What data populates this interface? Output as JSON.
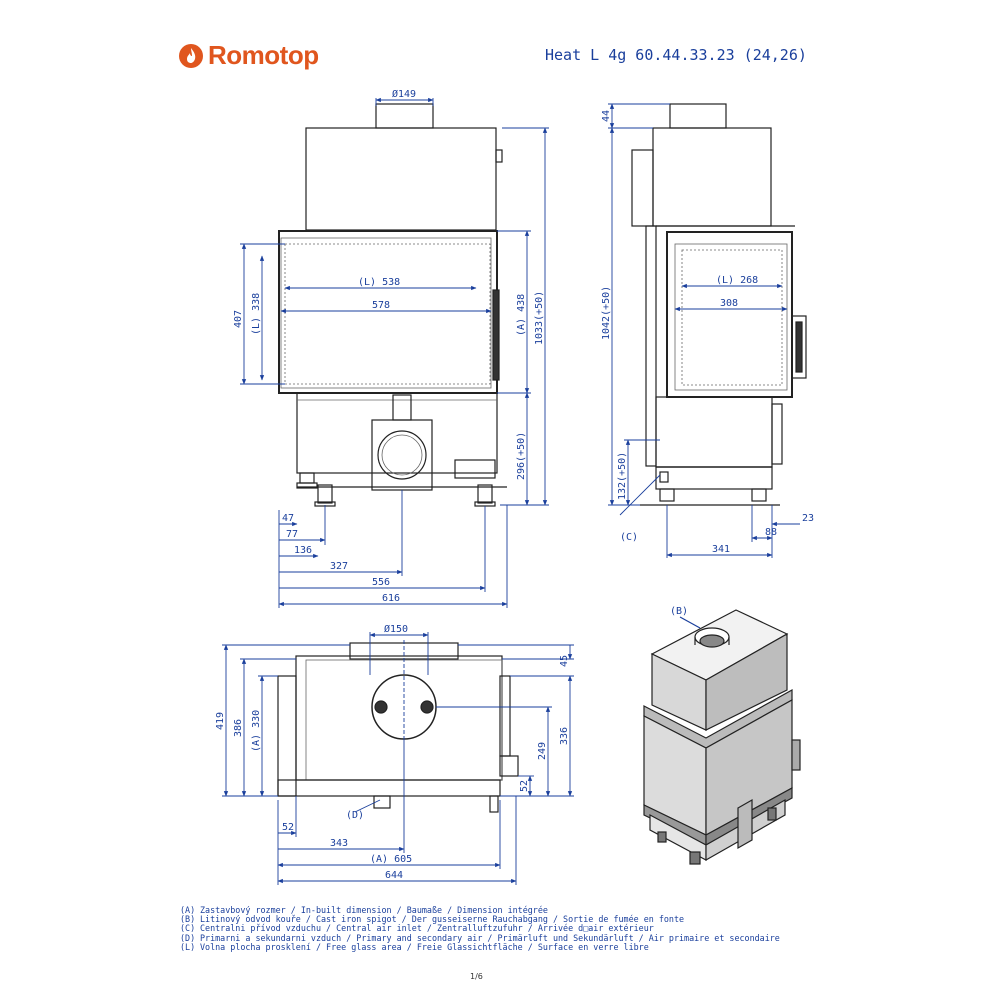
{
  "brand": {
    "name": "Romotop",
    "color": "#e0561e"
  },
  "model": "Heat L 4g 60.44.33.23 (24,26)",
  "front_view": {
    "flue": "Ø149",
    "glass_width": "(L) 538",
    "width_578": "578",
    "glass_height": "(L) 338",
    "height_407": "407",
    "inbuilt_438": "(A) 438",
    "overall_1033": "1033(+50)",
    "foot_296": "296(+50)",
    "b47": "47",
    "b77": "77",
    "b136": "136",
    "b327": "327",
    "b556": "556",
    "b616": "616"
  },
  "side_view": {
    "top_44": "44",
    "height_1042": "1042(+50)",
    "glass_width": "(L) 268",
    "width_308": "308",
    "air_132": "132(+50)",
    "label_c": "(C)",
    "b341": "341",
    "b88": "88",
    "b23": "23"
  },
  "top_view": {
    "flue": "Ø150",
    "d45": "45",
    "d419": "419",
    "d386": "386",
    "d330": "(A) 330",
    "d336": "336",
    "d249": "249",
    "d52r": "52",
    "d52l": "52",
    "label_d": "(D)",
    "d343": "343",
    "d605": "(A) 605",
    "d644": "644"
  },
  "iso_view": {
    "label_b": "(B)"
  },
  "legend": [
    {
      "key": "(A)",
      "text": "Zastavbový rozmer / In-built dimension / Baumaße / Dimension intégrée"
    },
    {
      "key": "(B)",
      "text": "Litinový odvod kouře / Cast iron spigot / Der gusseiserne Rauchabgang / Sortie de fumée en fonte"
    },
    {
      "key": "(C)",
      "text": "Centralni přívod vzduchu / Central air inlet / Zentralluftzufuhr / Arrivée d□air extérieur"
    },
    {
      "key": "(D)",
      "text": "Primarni a sekundarni vzduch / Primary and secondary air / Primärluft und Sekundärluft / Air primaire et secondaire"
    },
    {
      "key": "(L)",
      "text": "Volna plocha prosklení / Free glass area / Freie Glassichtfläche / Surface en verre libre"
    }
  ],
  "page_number": "1/6"
}
